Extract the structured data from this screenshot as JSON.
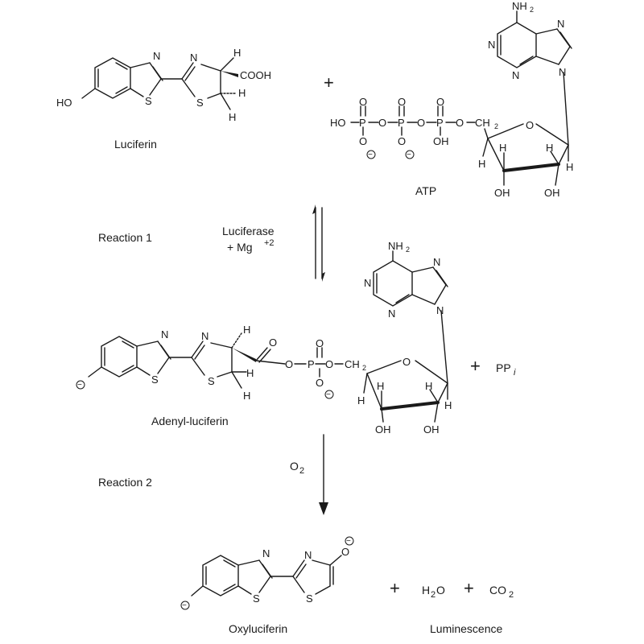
{
  "molecules": {
    "luciferin": {
      "name": "Luciferin"
    },
    "atp": {
      "name": "ATP"
    },
    "adenyl_luciferin": {
      "name": "Adenyl-luciferin"
    },
    "oxyluciferin": {
      "name": "Oxyluciferin"
    }
  },
  "reactions": {
    "reaction1": {
      "label": "Reaction 1",
      "enzyme": "Luciferase",
      "cofactor": "+ Mg",
      "cofactor_charge": "+2"
    },
    "reaction2": {
      "label": "Reaction 2",
      "reagent_main": "O",
      "reagent_sub": "2"
    }
  },
  "byproducts": {
    "ppi_main": "PP",
    "ppi_sub": "i",
    "water_h": "H",
    "water_sub": "2",
    "water_o": "O",
    "co_main": "CO",
    "co_sub": "2",
    "luminescence": "Luminescence"
  },
  "atoms": {
    "N": "N",
    "S": "S",
    "H": "H",
    "HO": "HO",
    "O": "O",
    "P": "P",
    "OH": "OH",
    "COOH": "COOH",
    "NH": "NH",
    "two": "2",
    "CH": "CH",
    "minus": "−",
    "plus_sign": "+"
  }
}
